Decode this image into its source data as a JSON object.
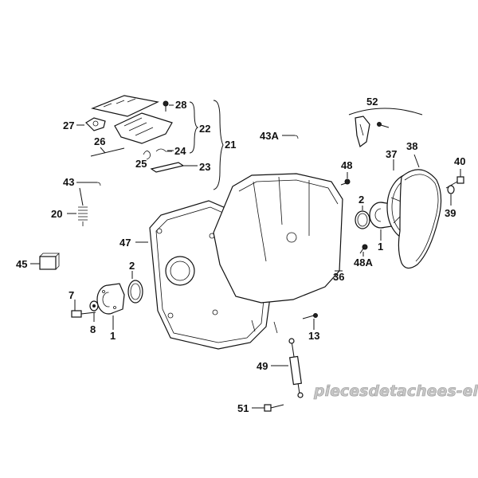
{
  "callouts": {
    "c1a": "1",
    "c1b": "1",
    "c2a": "2",
    "c2b": "2",
    "c7": "7",
    "c8": "8",
    "c13": "13",
    "c20": "20",
    "c21": "21",
    "c22": "22",
    "c23": "23",
    "c24": "24",
    "c25": "25",
    "c26": "26",
    "c27": "27",
    "c28": "28",
    "c36": "36",
    "c37": "37",
    "c38": "38",
    "c39": "39",
    "c40": "40",
    "c43": "43",
    "c43a": "43A",
    "c45": "45",
    "c47": "47",
    "c48": "48",
    "c48a": "48A",
    "c49": "49",
    "c51": "51",
    "c52": "52"
  },
  "watermark": "piecesdetachees-elec.com"
}
